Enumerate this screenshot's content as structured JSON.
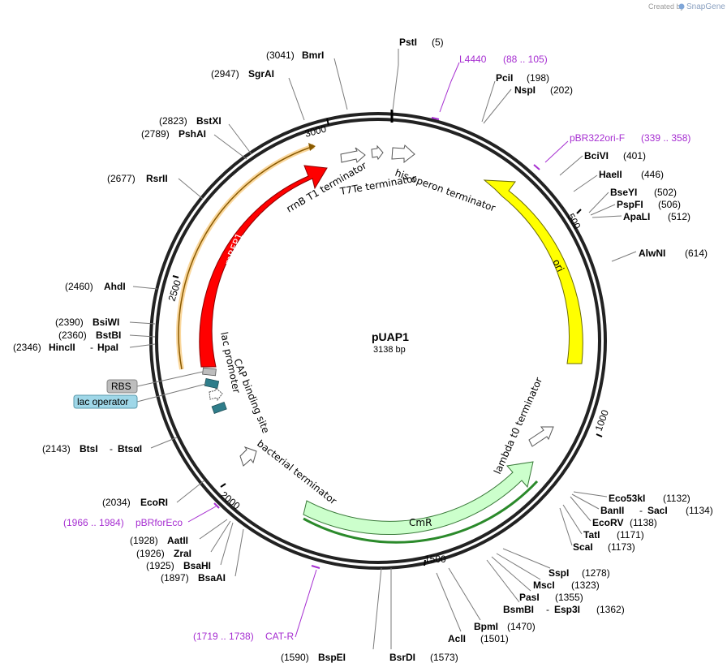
{
  "brand": {
    "created_by": "Created by",
    "name": "SnapGene"
  },
  "plasmid": {
    "name": "pUAP1",
    "length": "3138 bp"
  },
  "ticks": [
    "500",
    "1000",
    "1500",
    "2000",
    "2500",
    "3000"
  ],
  "enzymes": [
    {
      "name": "PstI",
      "pos": "(5)"
    },
    {
      "name": "PciI",
      "pos": "(198)"
    },
    {
      "name": "NspI",
      "pos": "(202)"
    },
    {
      "name": "BciVI",
      "pos": "(401)"
    },
    {
      "name": "HaeII",
      "pos": "(446)"
    },
    {
      "name": "BseYI",
      "pos": "(502)"
    },
    {
      "name": "PspFI",
      "pos": "(506)"
    },
    {
      "name": "ApaLI",
      "pos": "(512)"
    },
    {
      "name": "AlwNI",
      "pos": "(614)"
    },
    {
      "name": "Eco53kI",
      "pos": "(1132)"
    },
    {
      "name": "BanII",
      "sep": "-",
      "alt": "SacI",
      "pos": "(1134)"
    },
    {
      "name": "EcoRV",
      "pos": "(1138)"
    },
    {
      "name": "TatI",
      "pos": "(1171)"
    },
    {
      "name": "ScaI",
      "pos": "(1173)"
    },
    {
      "name": "SspI",
      "pos": "(1278)"
    },
    {
      "name": "MscI",
      "pos": "(1323)"
    },
    {
      "name": "PasI",
      "pos": "(1355)"
    },
    {
      "name": "BsmBI",
      "sep": "-",
      "alt": "Esp3I",
      "pos": "(1362)"
    },
    {
      "name": "BpmI",
      "pos": "(1470)"
    },
    {
      "name": "AclI",
      "pos": "(1501)"
    },
    {
      "name": "BsrDI",
      "pos": "(1573)"
    },
    {
      "name": "BspEI",
      "pos": "(1590)"
    },
    {
      "name": "BsaAI",
      "pos": "(1897)"
    },
    {
      "name": "BsaHI",
      "pos": "(1925)"
    },
    {
      "name": "ZraI",
      "pos": "(1926)"
    },
    {
      "name": "AatII",
      "pos": "(1928)"
    },
    {
      "name": "EcoRI",
      "pos": "(2034)"
    },
    {
      "name": "BtsI",
      "sep": "-",
      "alt": "BtsαI",
      "pos": "(2143)"
    },
    {
      "name": "HincII",
      "sep": "-",
      "alt": "HpaI",
      "pos": "(2346)"
    },
    {
      "name": "BstBI",
      "pos": "(2360)"
    },
    {
      "name": "BsiWI",
      "pos": "(2390)"
    },
    {
      "name": "AhdI",
      "pos": "(2460)"
    },
    {
      "name": "RsrII",
      "pos": "(2677)"
    },
    {
      "name": "PshAI",
      "pos": "(2789)"
    },
    {
      "name": "BstXI",
      "pos": "(2823)"
    },
    {
      "name": "SgrAI",
      "pos": "(2947)"
    },
    {
      "name": "BmrI",
      "pos": "(3041)"
    }
  ],
  "primers": [
    {
      "name": "L4440",
      "range": "(88 .. 105)"
    },
    {
      "name": "pBR322ori-F",
      "range": "(339 .. 358)"
    },
    {
      "name": "CAT-R",
      "range": "(1719 .. 1738)"
    },
    {
      "name": "pBRforEco",
      "range": "(1966 .. 1984)"
    }
  ],
  "features": {
    "ori": "ori",
    "cmr": "CmR",
    "mrfp1": "mRFP1",
    "rrnb": "rrnB T1 terminator",
    "t7te": "T7Te terminator",
    "his": "his operon terminator",
    "lambda": "lambda t0 terminator",
    "bacterial": "bacterial terminator",
    "cap": "CAP binding site",
    "lacprom": "lac promoter",
    "rbs": "RBS",
    "lacop": "lac operator"
  },
  "colors": {
    "ori": "#ffff00",
    "cmr": "#ccffcc",
    "mrfp1": "#ff0000",
    "orf": "#f5a623",
    "primer": "#a62ed1",
    "lacop_box": "#9fd7e8",
    "rbs_box": "#bdbdbd",
    "teal": "#2f7d8a"
  }
}
